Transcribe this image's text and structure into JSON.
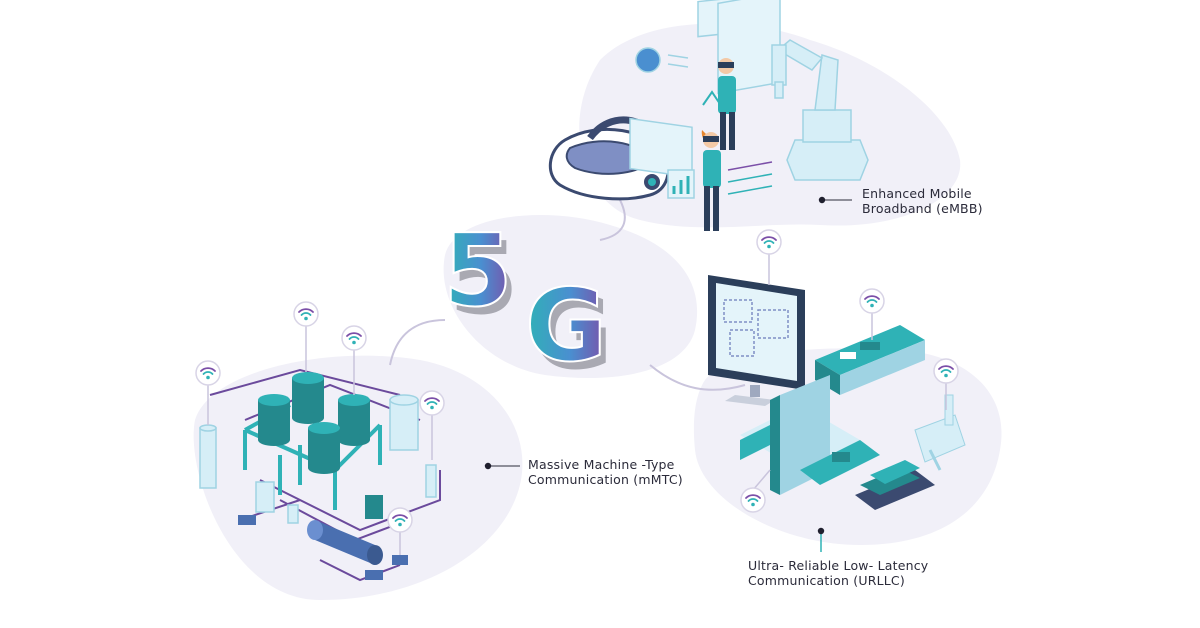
{
  "center_label": "5G",
  "colors": {
    "blob": "#f1f0f8",
    "teal": "#2fb2b6",
    "teal_dark": "#24898d",
    "purple": "#6b4a9c",
    "light_blue": "#d6eef7",
    "line": "#c9c4dc",
    "text": "#2b2b3a"
  },
  "labels": {
    "embb": {
      "line1": "Enhanced Mobile",
      "line2": "Broadband (eMBB)"
    },
    "mmtc": {
      "line1": "Massive Machine -Type",
      "line2": "Communication (mMTC)"
    },
    "urllc": {
      "line1": "Ultra- Reliable Low- Latency",
      "line2": "Communication (URLLC)"
    }
  },
  "icons": [
    "wifi-icon",
    "vr-headset-icon",
    "robot-arm-icon",
    "monitor-icon",
    "storage-tank-icon",
    "pallet-icon",
    "forklift-icon"
  ]
}
